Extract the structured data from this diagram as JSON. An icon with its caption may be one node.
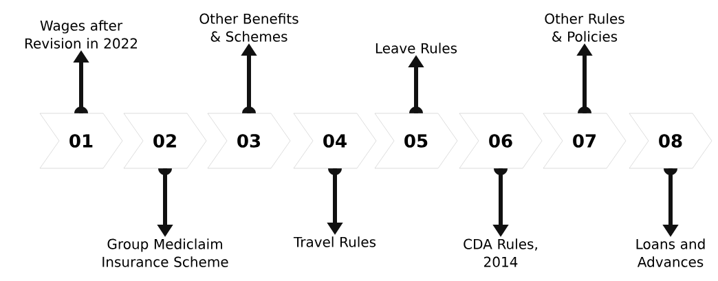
{
  "diagram": {
    "nodes": [
      {
        "text": [
          "01"
        ]
      },
      {
        "text": [
          "02"
        ]
      },
      {
        "text": [
          "03"
        ]
      },
      {
        "text": [
          "04"
        ]
      },
      {
        "text": [
          "05"
        ]
      },
      {
        "text": [
          "06"
        ]
      },
      {
        "text": [
          "07"
        ]
      },
      {
        "text": [
          "08"
        ]
      },
      {
        "text": [
          "Wages after Revision in 2022"
        ]
      },
      {
        "text": [
          "Group Mediclaim Insurance Scheme"
        ]
      },
      {
        "text": [
          "Other Benefits & Schemes"
        ]
      },
      {
        "text": [
          "Travel Rules"
        ]
      },
      {
        "text": [
          "Leave Rules"
        ]
      },
      {
        "text": [
          "CDA Rules, 2014"
        ]
      },
      {
        "text": [
          "Other Rules & Policies"
        ]
      },
      {
        "text": [
          "Loans and Advances"
        ]
      }
    ],
    "edges": [
      {
        "from": 0,
        "to": 8,
        "arrow": "to"
      },
      {
        "from": 1,
        "to": 9,
        "arrow": "to"
      },
      {
        "from": 2,
        "to": 10,
        "arrow": "to"
      },
      {
        "from": 3,
        "to": 11,
        "arrow": "to"
      },
      {
        "from": 4,
        "to": 12,
        "arrow": "to"
      },
      {
        "from": 5,
        "to": 13,
        "arrow": "to"
      },
      {
        "from": 6,
        "to": 14,
        "arrow": "to"
      },
      {
        "from": 7,
        "to": 15,
        "arrow": "to"
      }
    ]
  }
}
